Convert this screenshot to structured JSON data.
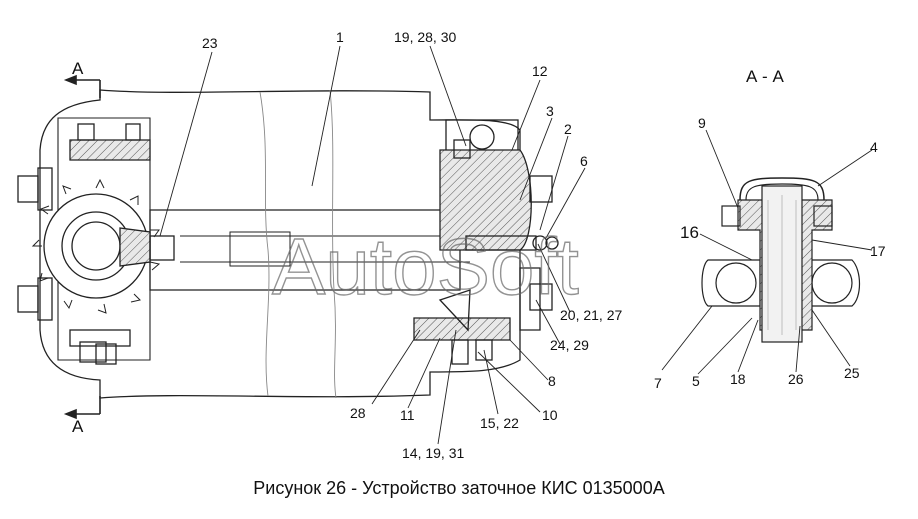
{
  "caption": "Рисунок 26 - Устройство заточное КИС 0135000А",
  "watermark": "AutoSoft",
  "section": {
    "title": "А - А",
    "marker_top": "А",
    "marker_bottom": "А"
  },
  "callouts": {
    "c1": "1",
    "c2": "2",
    "c3": "3",
    "c4": "4",
    "c5": "5",
    "c6": "6",
    "c7": "7",
    "c8": "8",
    "c9": "9",
    "c10": "10",
    "c11": "11",
    "c12": "12",
    "c16": "16",
    "c17": "17",
    "c18": "18",
    "c23": "23",
    "c25": "25",
    "c26": "26",
    "c28": "28",
    "c14_19_31": "14, 19, 31",
    "c15_22": "15, 22",
    "c19_28_30": "19, 28, 30",
    "c20_21_27": "20, 21, 27",
    "c24_29": "24, 29"
  }
}
